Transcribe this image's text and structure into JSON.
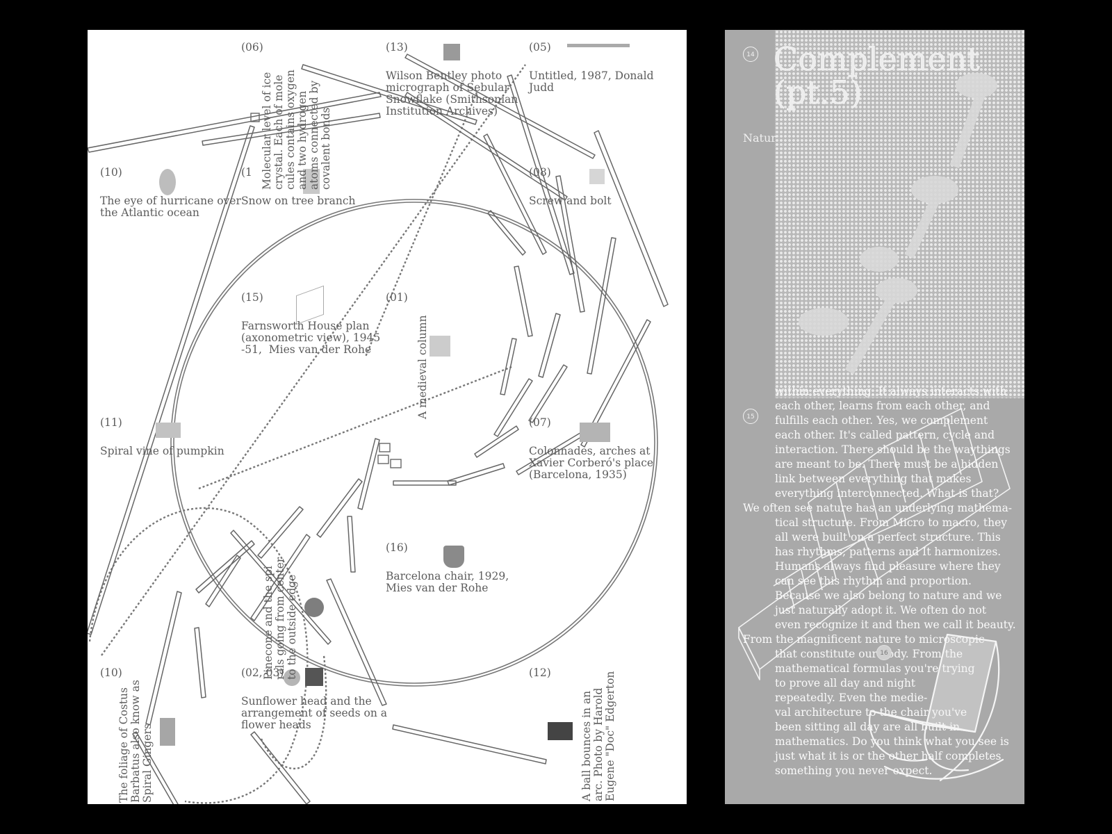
{
  "left": {
    "items": [
      {
        "id": "i06",
        "num": "(06)",
        "caption": ""
      },
      {
        "id": "i13",
        "num": "(13)",
        "caption": "Wilson Bentley photo\nmicrograph of Sebular\nSnowflake (Smithsonian\nInstitution Archives)"
      },
      {
        "id": "i05",
        "num": "(05)",
        "caption": "Untitled, 1987, Donald\nJudd"
      },
      {
        "id": "i10a",
        "num": "(10)",
        "caption": "The eye of hurricane over\nthe Atlantic ocean"
      },
      {
        "id": "i1x",
        "num": "(1",
        "caption": "Snow on tree branch"
      },
      {
        "id": "i08",
        "num": "(08)",
        "caption": "Screw and bolt"
      },
      {
        "id": "i15",
        "num": "(15)",
        "caption": "Farnsworth House plan\n(axonometric view), 1945\n-51,  Mies van der Rohe"
      },
      {
        "id": "i01",
        "num": "(01)",
        "caption": ""
      },
      {
        "id": "i11",
        "num": "(11)",
        "caption": "Spiral vine of pumpkin"
      },
      {
        "id": "i07",
        "num": "(07)",
        "caption": "Colonnades, arches at\nXavier Corberó's place\n(Barcelona, 1935)"
      },
      {
        "id": "i16",
        "num": "(16)",
        "caption": "Barcelona chair, 1929,\nMies van der Rohe"
      },
      {
        "id": "i10b",
        "num": "(10)",
        "caption": ""
      },
      {
        "id": "i0203",
        "num": "(02, 03)",
        "caption": "Sunflower head and the\narrangement of seeds on a\nflower heads"
      },
      {
        "id": "i12",
        "num": "(12)",
        "caption": ""
      }
    ],
    "vertical": {
      "ice": "Molecular level of ice\ncrystal. Each of mole\ncules contains oxygen\nand two hydrogen\natoms connected by\ncovalent bonds",
      "column": "A medieval column",
      "pinecone": "Pinecone and the spi\nrals going from center\nto the outside edge",
      "costus": "The foliage of Costus\nBarbatus also know as\nSpiral Gingers",
      "ball": "A ball bounces in an\narc. Photo by Harold\nEugene \"Doc\" Edgerton"
    }
  },
  "right": {
    "page_num_14": "14",
    "page_num_15": "15",
    "page_num_16": "16",
    "title": "Complement\n(pt.5)",
    "subtitle": "Natur",
    "lines": [
      "within everything. It always interacts with",
      "each other, learns from each other, and",
      "fulfills each other. Yes, we complement",
      "each other. It's called pattern, cycle and",
      "interaction. There should be the waythings",
      "are meant to be. There must be a hidden",
      "link between everything that makes",
      "everything interconnected. What is that?",
      "We often see nature has an underlying mathema-",
      "tical structure. From Micro to macro, they",
      "all were built on a perfect structure. This",
      "has rhythms, patterns and It harmonizes.",
      "Humans always find pleasure where they",
      "can see this rhythm and proportion.",
      "Because we also belong to nature and we",
      "just naturally adopt it. We often do not",
      "even recognize it and then we call it beauty.",
      "From the magnificent nature to microscopic",
      "that constitute our body. From the",
      "mathematical formulas you're trying",
      "to prove all day and night",
      "repeatedly. Even the medie-",
      "val architecture to the chair you've",
      "been sitting all day are all built in",
      "mathematics. Do you think what you see is",
      "just what it is or the other half completes",
      "something you never expect."
    ]
  }
}
